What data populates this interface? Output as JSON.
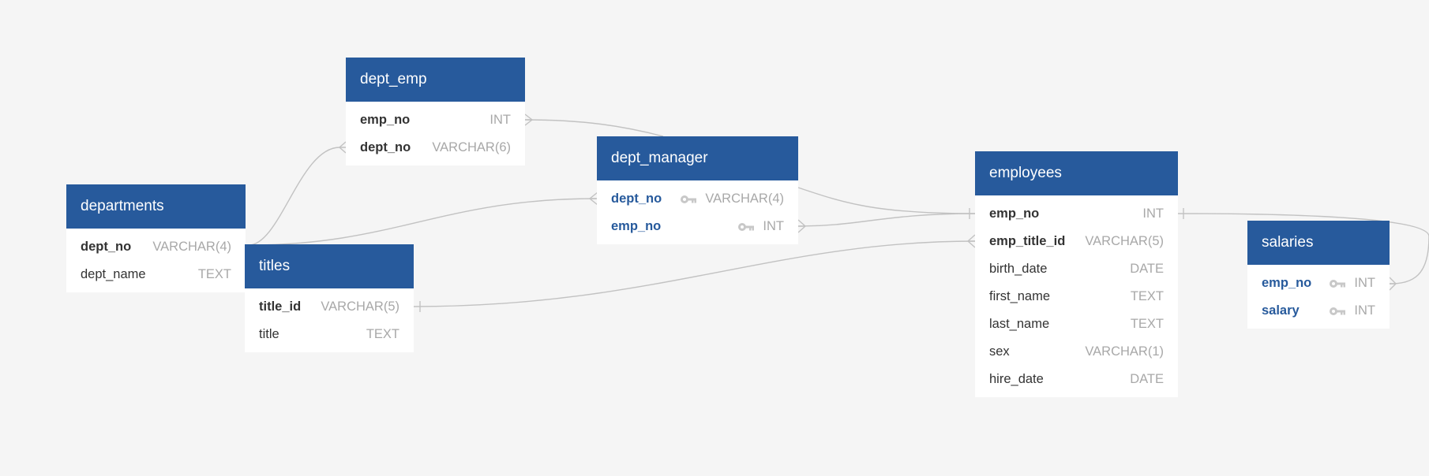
{
  "tables": {
    "departments": {
      "title": "departments",
      "columns": [
        {
          "name": "dept_no",
          "type": "VARCHAR(4)"
        },
        {
          "name": "dept_name",
          "type": "TEXT"
        }
      ]
    },
    "dept_emp": {
      "title": "dept_emp",
      "columns": [
        {
          "name": "emp_no",
          "type": "INT"
        },
        {
          "name": "dept_no",
          "type": "VARCHAR(6)"
        }
      ]
    },
    "dept_manager": {
      "title": "dept_manager",
      "columns": [
        {
          "name": "dept_no",
          "type": "VARCHAR(4)",
          "icon": "key-icon"
        },
        {
          "name": "emp_no",
          "type": "INT",
          "icon": "key-icon"
        }
      ]
    },
    "titles": {
      "title": "titles",
      "columns": [
        {
          "name": "title_id",
          "type": "VARCHAR(5)"
        },
        {
          "name": "title",
          "type": "TEXT"
        }
      ]
    },
    "employees": {
      "title": "employees",
      "columns": [
        {
          "name": "emp_no",
          "type": "INT"
        },
        {
          "name": "emp_title_id",
          "type": "VARCHAR(5)"
        },
        {
          "name": "birth_date",
          "type": "DATE"
        },
        {
          "name": "first_name",
          "type": "TEXT"
        },
        {
          "name": "last_name",
          "type": "TEXT"
        },
        {
          "name": "sex",
          "type": "VARCHAR(1)"
        },
        {
          "name": "hire_date",
          "type": "DATE"
        }
      ]
    },
    "salaries": {
      "title": "salaries",
      "columns": [
        {
          "name": "emp_no",
          "type": "INT",
          "icon": "key-icon"
        },
        {
          "name": "salary",
          "type": "INT",
          "icon": "key-icon"
        }
      ]
    }
  },
  "colors": {
    "header": "#275a9c",
    "background": "#f5f5f5",
    "connector": "#c2c2c2",
    "key_text": "#275a9c"
  }
}
